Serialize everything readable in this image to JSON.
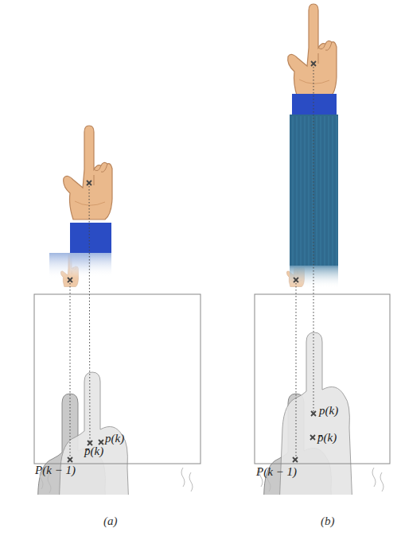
{
  "diagram": {
    "labels": [
      "p(k)",
      "p̄(k)",
      "P(k − 1)",
      "p(k)",
      "p̄(k)",
      "P(k − 1)",
      "(a)",
      "(b)"
    ]
  }
}
